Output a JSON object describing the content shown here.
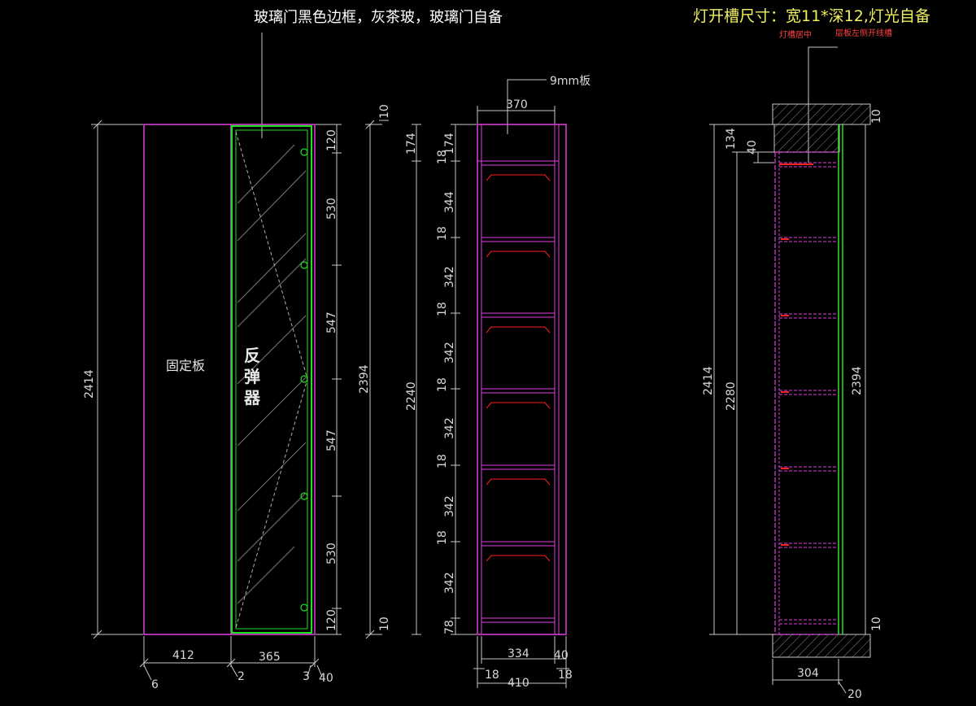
{
  "annotations": {
    "glass_door_note": "玻璃门黑色边框，灰茶玻，玻璃门自备",
    "light_slot_note": "灯开槽尺寸：宽11*深12,灯光自备",
    "board_note": "9mm板",
    "light_center_note": "灯槽居中",
    "side_slot_note": "层板左侧开线槽"
  },
  "front_view": {
    "fixed_panel_label": "固定板",
    "rebound_label": [
      "反",
      "弹",
      "器"
    ],
    "height_total": "2414",
    "height_inner": "2394",
    "height_right": "2240",
    "top_gap": "174",
    "top_offset": "10",
    "bottom_offset": "10",
    "door_segments": [
      "120",
      "530",
      "547",
      "547",
      "530",
      "120"
    ],
    "width_left": "412",
    "width_right": "365",
    "bottom_dims": [
      "6",
      "2",
      "3",
      "40"
    ]
  },
  "side_view": {
    "width_top": "370",
    "inner_width": "334",
    "right_gap": "40",
    "left_board": "18",
    "right_board": "18",
    "total_width": "410",
    "vertical_dims": [
      "174",
      "18",
      "344",
      "18",
      "342",
      "18",
      "342",
      "18",
      "342",
      "18",
      "342",
      "18",
      "342",
      "78"
    ]
  },
  "section_view": {
    "height_total": "2414",
    "height_inner": "2280",
    "height_right": "2394",
    "top_box": "134",
    "slot_depth": "40",
    "top_offset": "10",
    "bottom_offset": "10",
    "bottom_width": "304",
    "bottom_gap": "20"
  },
  "colors": {
    "magenta": "#e040e0",
    "green": "#20e020",
    "red": "#ff2020",
    "yellow": "#f0f060",
    "dim": "#c8c8c8"
  }
}
